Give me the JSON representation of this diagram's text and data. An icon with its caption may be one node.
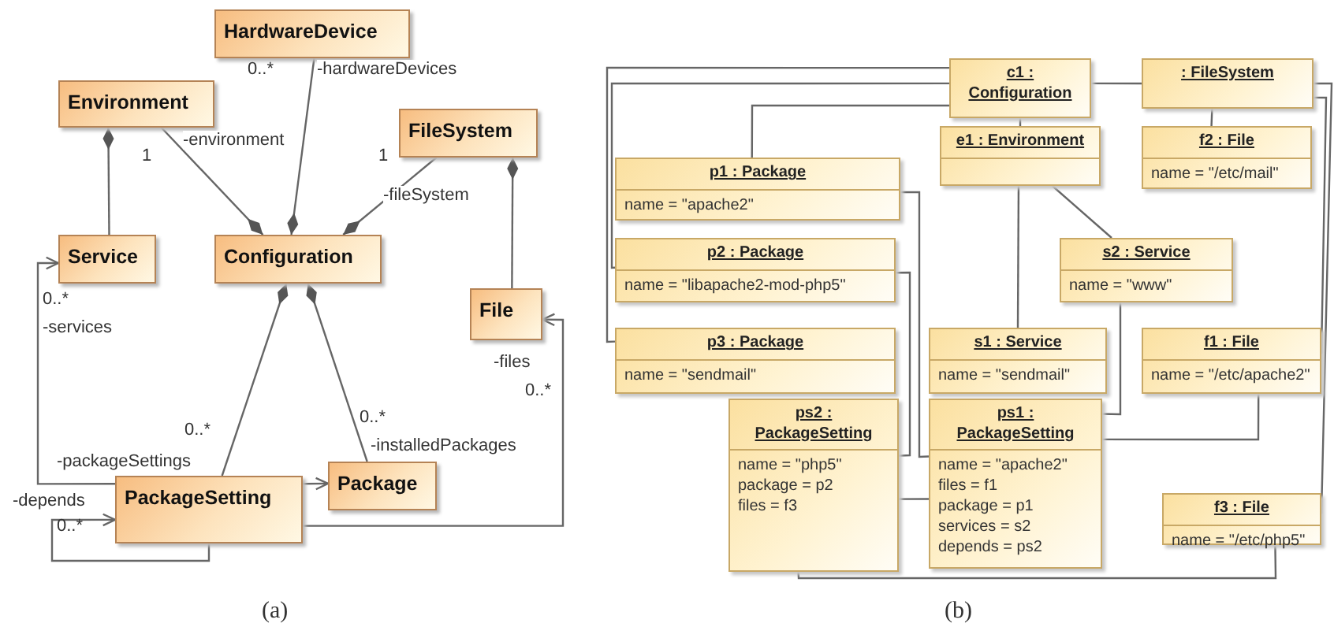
{
  "diagram": {
    "nodes": [
      {
        "text": [
          "HardwareDevice"
        ]
      },
      {
        "text": [
          "Environment"
        ]
      },
      {
        "text": [
          "FileSystem"
        ]
      },
      {
        "text": [
          "Service"
        ]
      },
      {
        "text": [
          "Configuration"
        ]
      },
      {
        "text": [
          "File"
        ]
      },
      {
        "text": [
          "PackageSetting"
        ]
      },
      {
        "text": [
          "Package"
        ]
      },
      {
        "text": [
          "c1 : Configuration"
        ]
      },
      {
        "text": [
          ": FileSystem"
        ]
      },
      {
        "text": [
          "p1 : Package",
          "name = \"apache2\""
        ]
      },
      {
        "text": [
          "e1 : Environment"
        ]
      },
      {
        "text": [
          "f2 : File",
          "name = \"/etc/mail\""
        ]
      },
      {
        "text": [
          "p2 : Package",
          "name = \"libapache2-mod-php5\""
        ]
      },
      {
        "text": [
          "s2 : Service",
          "name = \"www\""
        ]
      },
      {
        "text": [
          "p3 : Package",
          "name = \"sendmail\""
        ]
      },
      {
        "text": [
          "s1 : Service",
          "name = \"sendmail\""
        ]
      },
      {
        "text": [
          "f1 : File",
          "name = \"/etc/apache2\""
        ]
      },
      {
        "text": [
          "ps2 : PackageSetting",
          "name = \"php5\"",
          "package = p2",
          "files = f3"
        ]
      },
      {
        "text": [
          "ps1 : PackageSetting",
          "name = \"apache2\"",
          "files = f1",
          "package = p1",
          "services = s2",
          "depends = ps2"
        ]
      },
      {
        "text": [
          "f3 : File",
          "name = \"/etc/php5\""
        ]
      }
    ],
    "edges": [
      {
        "from": 4,
        "to": 0,
        "arrow": "other",
        "label": "-hardwareDevices"
      },
      {
        "from": 4,
        "to": 1,
        "arrow": "other",
        "label": "-environment"
      },
      {
        "from": 4,
        "to": 2,
        "arrow": "other",
        "label": "-fileSystem"
      },
      {
        "from": 1,
        "to": 3,
        "arrow": "other"
      },
      {
        "from": 2,
        "to": 5,
        "arrow": "other"
      },
      {
        "from": 4,
        "to": 6,
        "arrow": "other",
        "label": "-packageSettings"
      },
      {
        "from": 4,
        "to": 7,
        "arrow": "other",
        "label": "-installedPackages"
      },
      {
        "from": 6,
        "to": 3,
        "arrow": "to",
        "label": "-services"
      },
      {
        "from": 6,
        "to": 7,
        "arrow": "to"
      },
      {
        "from": 6,
        "to": 5,
        "arrow": "to",
        "label": "-files"
      },
      {
        "from": 6,
        "to": 6,
        "arrow": "to",
        "label": "-depends"
      },
      {
        "from": 8,
        "to": 15,
        "arrow": "none"
      },
      {
        "from": 8,
        "to": 13,
        "arrow": "none"
      },
      {
        "from": 8,
        "to": 10,
        "arrow": "none"
      },
      {
        "from": 8,
        "to": 9,
        "arrow": "none"
      },
      {
        "from": 8,
        "to": 11,
        "arrow": "none"
      },
      {
        "from": 9,
        "to": 12,
        "arrow": "none"
      },
      {
        "from": 9,
        "to": 17,
        "arrow": "none"
      },
      {
        "from": 9,
        "to": 20,
        "arrow": "none"
      },
      {
        "from": 11,
        "to": 16,
        "arrow": "none"
      },
      {
        "from": 11,
        "to": 14,
        "arrow": "none"
      },
      {
        "from": 14,
        "to": 19,
        "arrow": "none"
      },
      {
        "from": 10,
        "to": 19,
        "arrow": "none"
      },
      {
        "from": 13,
        "to": 18,
        "arrow": "none"
      },
      {
        "from": 18,
        "to": 19,
        "arrow": "none"
      },
      {
        "from": 17,
        "to": 19,
        "arrow": "none"
      },
      {
        "from": 18,
        "to": 20,
        "arrow": "none"
      }
    ],
    "labels": [
      "0..*",
      "1",
      "1",
      "0..*",
      "0..*",
      "0..*",
      "0..*",
      "0..*",
      "(a)",
      "(b)"
    ]
  }
}
